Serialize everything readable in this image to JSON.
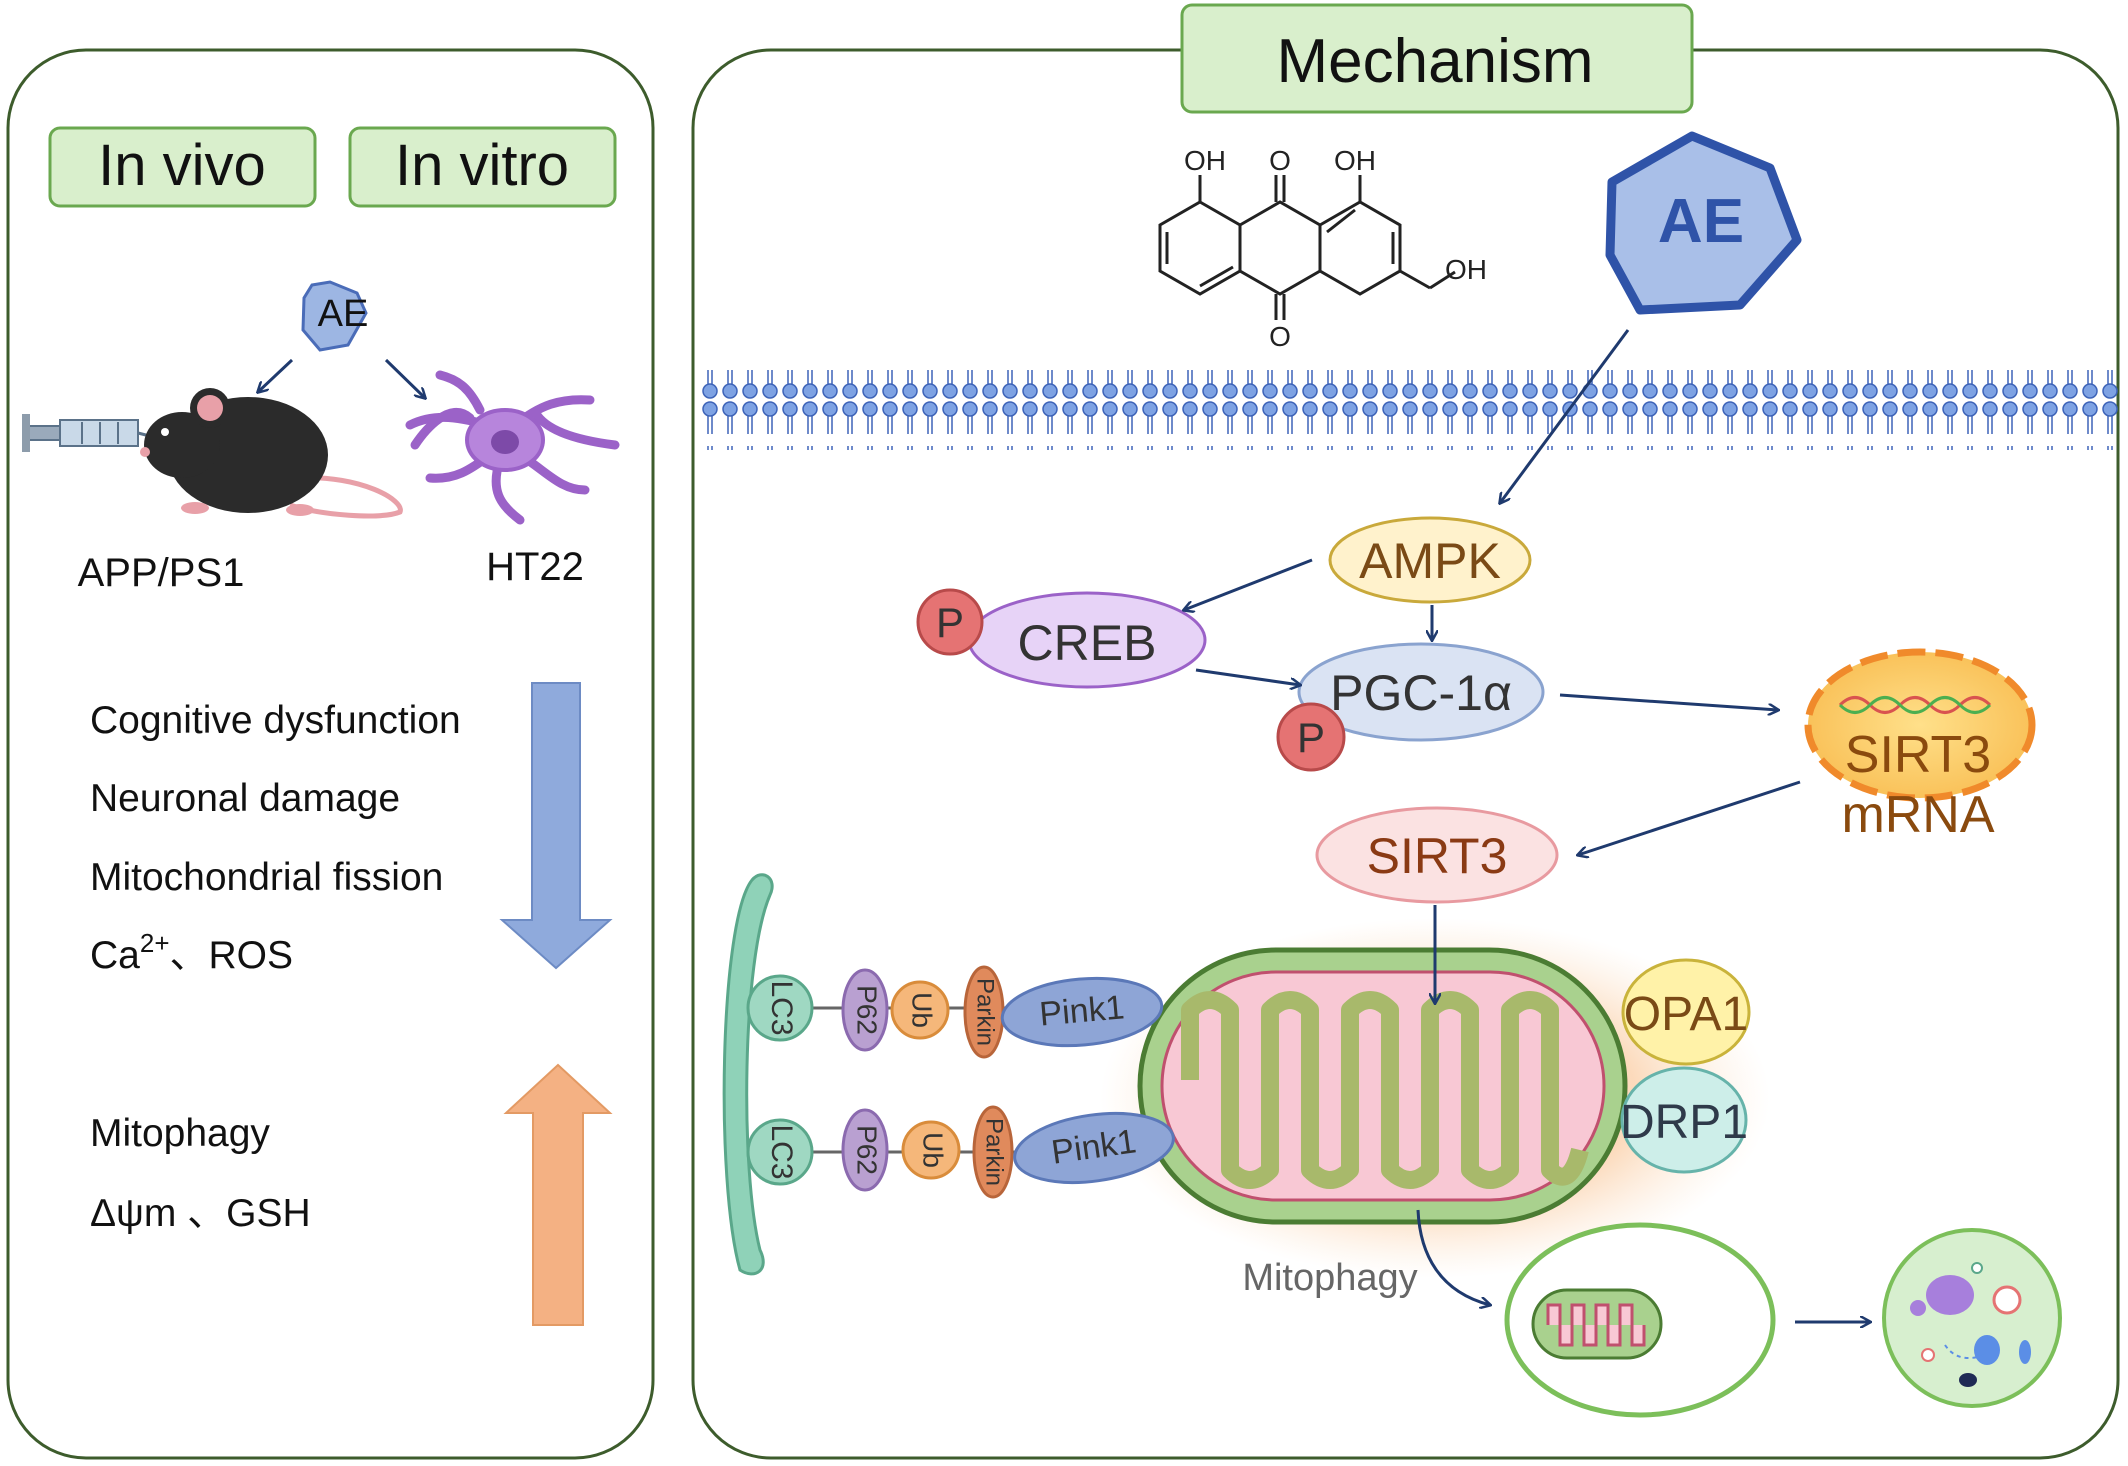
{
  "left_panel": {
    "tabs": {
      "in_vivo": "In vivo",
      "in_vitro": "In vitro"
    },
    "ae_badge": "AE",
    "model_in_vivo": "APP/PS1",
    "model_in_vitro": "HT22",
    "decreased": [
      "Cognitive dysfunction",
      "Neuronal damage",
      "Mitochondrial fission"
    ],
    "decreased_ions": {
      "base": "Ca",
      "sup": "2+",
      "rest": "、ROS"
    },
    "increased": [
      "Mitophagy",
      "Δψm 、GSH"
    ]
  },
  "right_panel": {
    "title": "Mechanism",
    "ae_hexagon": "AE",
    "structure": {
      "oh1": "OH",
      "o1": "O",
      "oh2": "OH",
      "o2": "O",
      "oh3": "OH"
    },
    "nodes": {
      "ampk": "AMPK",
      "creb": "CREB",
      "pgc": "PGC-1α",
      "phospho_creb": "P",
      "phospho_pgc": "P",
      "sirt3_mrna_line1": "SIRT3",
      "sirt3_mrna_line2": "mRNA",
      "sirt3": "SIRT3",
      "opa1": "OPA1",
      "drp1": "DRP1",
      "mitophagy": "Mitophagy"
    },
    "receptor_chain": {
      "lc3": "LC3",
      "p62": "P62",
      "ub": "Ub",
      "parkin": "Parkin",
      "pink1": "Pink1"
    }
  },
  "colors": {
    "panel_border": "#3d5c2c",
    "tab_fill": "#d9efcc",
    "tab_border": "#6aa84f",
    "arrow": "#1f3a6e",
    "down_arrow": "#8faadc",
    "up_arrow": "#f4b183",
    "ampk_fill": "#fff2cc",
    "creb_fill": "#e7d3f7",
    "pgc_fill": "#dae3f3",
    "sirt3_fill": "#fbe2e2",
    "p_fill": "#e57373",
    "mito_outer": "#a9d18e",
    "mito_inner": "#f8c8d4",
    "opa1_fill": "#fff2a8",
    "drp1_fill": "#cdeee9"
  }
}
